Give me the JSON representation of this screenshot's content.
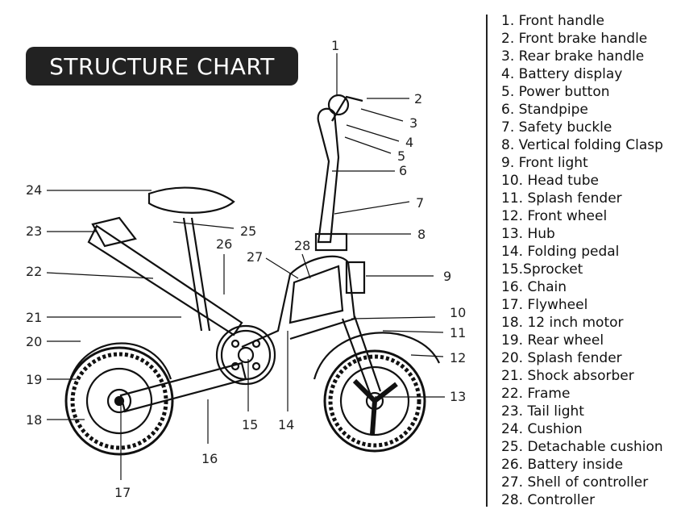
{
  "title": "STRUCTURE CHART",
  "parts": [
    "1. Front handle",
    "2. Front brake handle",
    "3. Rear brake handle",
    "4. Battery display",
    "5. Power button",
    "6. Standpipe",
    "7. Safety buckle",
    "8. Vertical folding Clasp",
    "9. Front light",
    "10. Head tube",
    "11. Splash fender",
    "12. Front wheel",
    "13. Hub",
    "14. Folding pedal",
    "15.Sprocket",
    "16. Chain",
    "17. Flywheel",
    "18. 12 inch motor",
    "19. Rear wheel",
    "20. Splash fender",
    "21. Shock absorber",
    "22. Frame",
    "23. Tail light",
    "24. Cushion",
    "25. Detachable cushion",
    "26. Battery inside",
    "27. Shell of controller",
    "28. Controller"
  ],
  "callout_numbers": [
    "1",
    "2",
    "3",
    "4",
    "5",
    "6",
    "7",
    "8",
    "9",
    "10",
    "11",
    "12",
    "13",
    "14",
    "15",
    "16",
    "17",
    "18",
    "19",
    "20",
    "21",
    "22",
    "23",
    "24",
    "25",
    "26",
    "27",
    "28"
  ]
}
